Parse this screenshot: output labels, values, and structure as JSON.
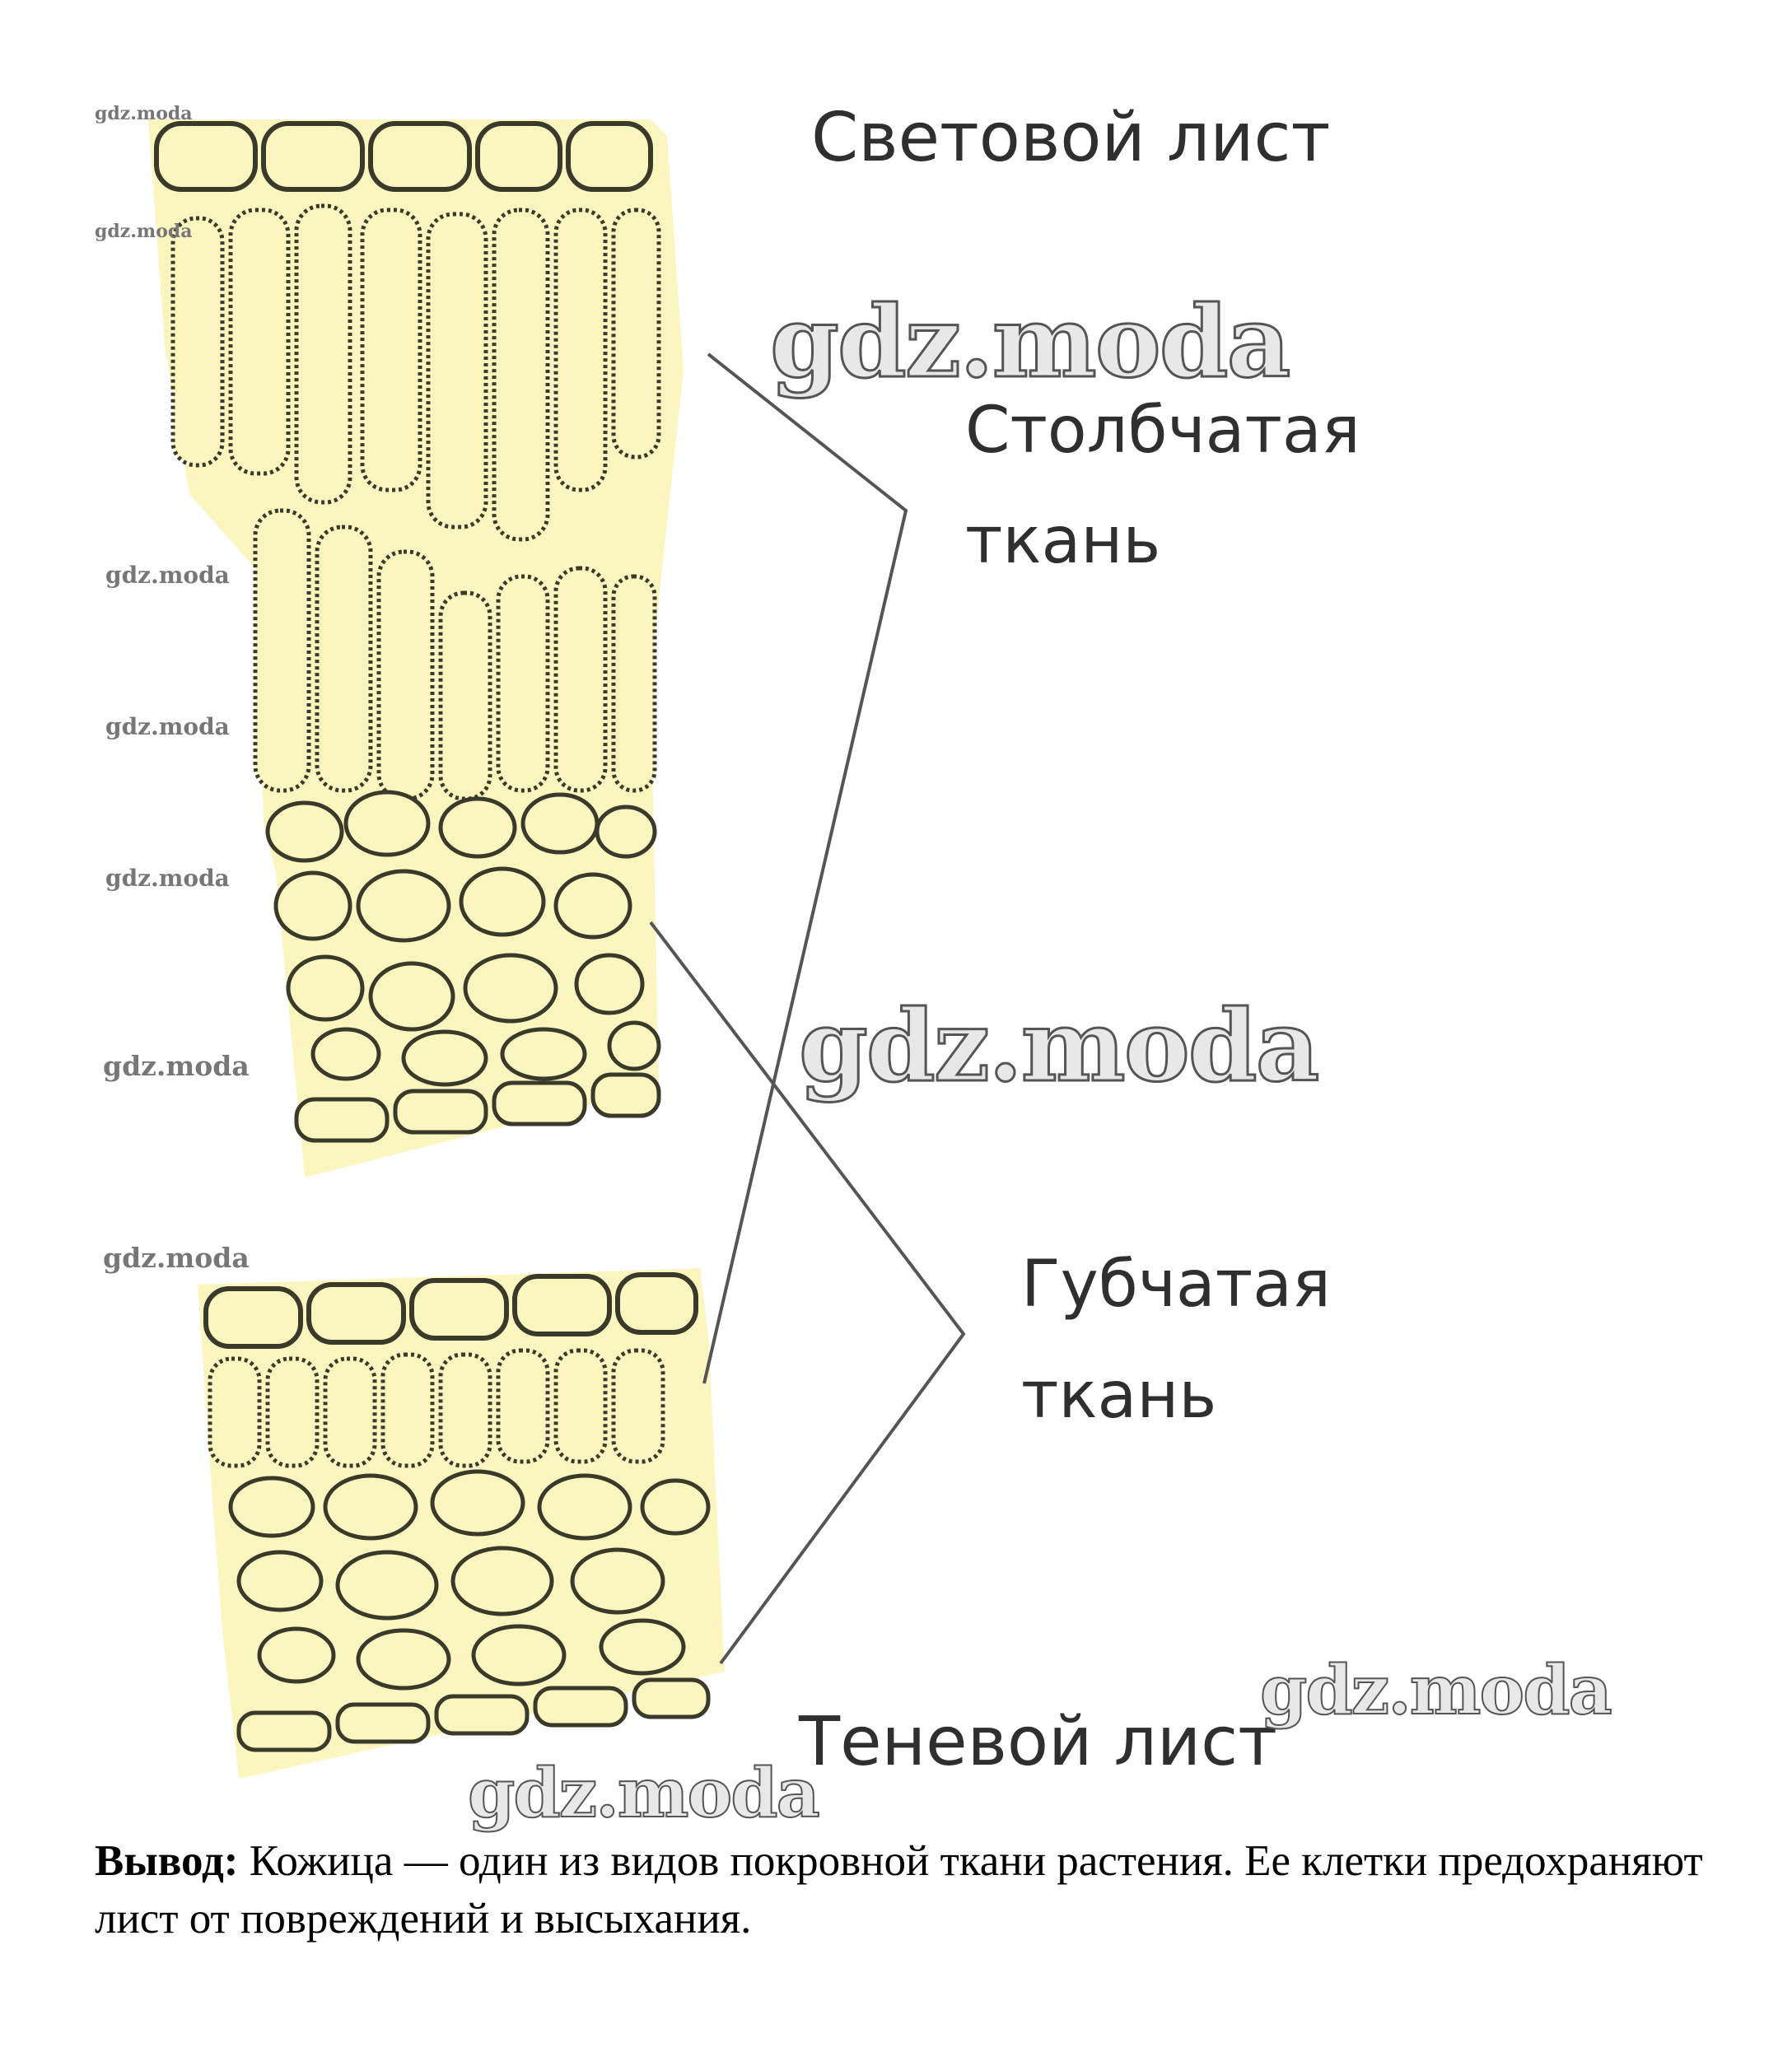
{
  "labels": {
    "light_leaf": "Световой лист",
    "palisade_line1": "Столбчатая",
    "palisade_line2": "ткань",
    "spongy_line1": "Губчатая",
    "spongy_line2": "ткань",
    "shadow_leaf": "Теневой лист"
  },
  "watermarks": {
    "big": [
      "gdz.moda",
      "gdz.moda",
      "gdz.moda",
      "gdz.moda"
    ],
    "small": [
      "gdz.moda",
      "gdz.moda",
      "gdz.moda",
      "gdz.moda",
      "gdz.moda",
      "gdz.moda",
      "gdz.moda"
    ]
  },
  "conclusion": {
    "lead": "Вывод:",
    "text": " Кожица — один из видов покровной ткани растения. Ее клетки предохраняют лист от повреждений и высыхания."
  },
  "colors": {
    "cell_fill": "#fbf6c0",
    "cell_stroke": "#3a3a2a",
    "line": "#555555"
  }
}
